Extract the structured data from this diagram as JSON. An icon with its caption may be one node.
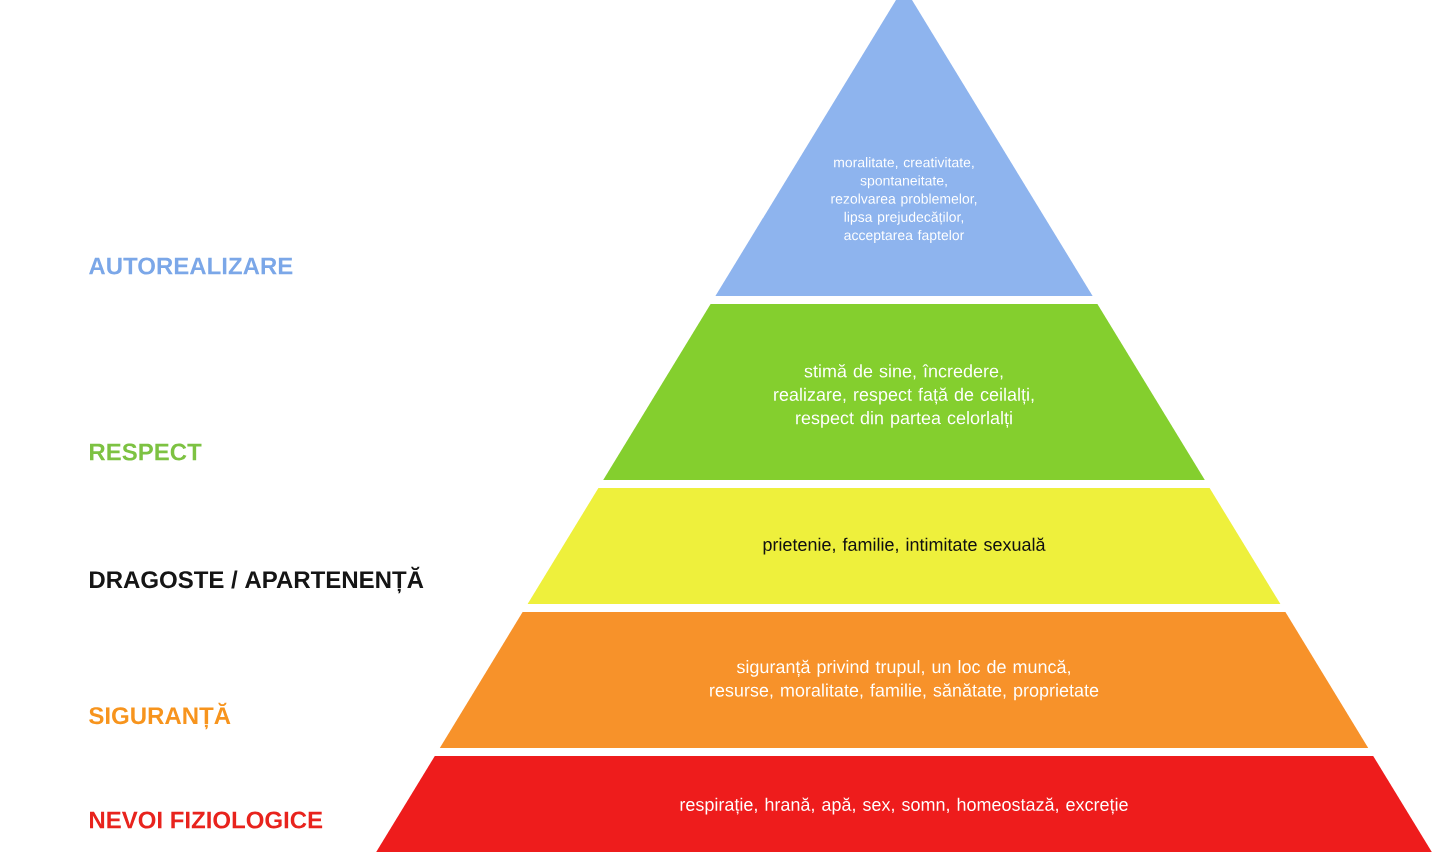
{
  "diagram": {
    "nodes": [
      {
        "text": [
          "moralitate, creativitate, spontaneitate, rezolvarea problemelor, lipsa prejudecăților, acceptarea faptelor"
        ]
      },
      {
        "text": [
          "stimă de sine, încredere, realizare, respect față de ceilalți, respect din partea celorlalți"
        ]
      },
      {
        "text": [
          "prietenie, familie, intimitate sexuală"
        ]
      },
      {
        "text": [
          "siguranță privind trupul, un loc de muncă, resurse, moralitate, familie, sănătate, proprietate"
        ]
      },
      {
        "text": [
          "respirație, hrană, apă, sex, somn, homeostază, excreție"
        ]
      }
    ],
    "labels": [
      "AUTOREALIZARE",
      "RESPECT",
      "DRAGOSTE / APARTENENȚĂ",
      "SIGURANȚĂ",
      "NEVOI FIZIOLOGICE"
    ]
  }
}
